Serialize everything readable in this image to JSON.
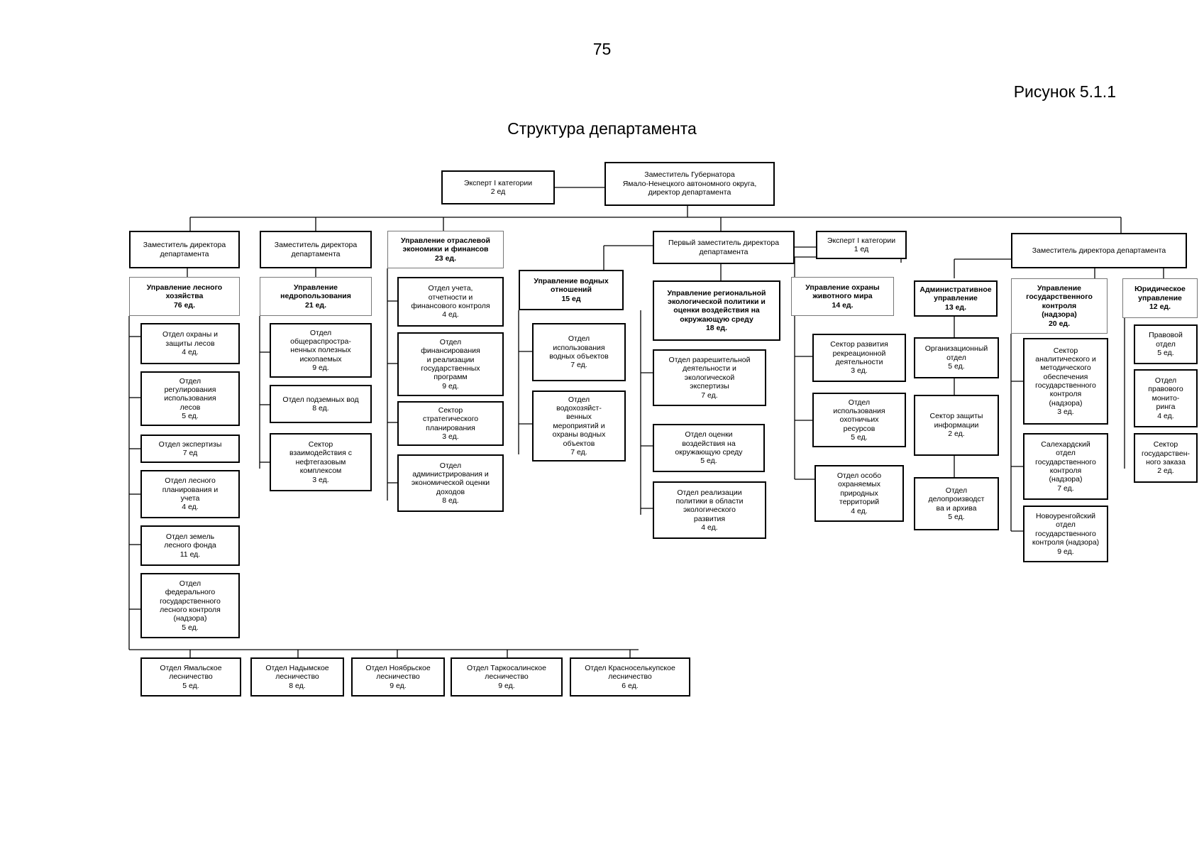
{
  "page": {
    "number": "75",
    "figure_label": "Рисунок 5.1.1",
    "title": "Структура департамента"
  },
  "units": {
    "expert_top": "Эксперт I категории\n2 ед",
    "director": "Заместитель Губернатора\nЯмало-Ненецкого автономного округа,\nдиректор департамента",
    "deputy_1": "Заместитель директора\nдепартамента",
    "deputy_2": "Заместитель директора\nдепартамента",
    "econ_mgmt": "Управление отраслевой\nэкономики и финансов\n23 ед.",
    "first_deputy": "Первый заместитель директора\nдепартамента",
    "expert_mid": "Эксперт I категории\n1 ед",
    "deputy_3": "Заместитель директора департамента",
    "forest_mgmt": "Управление лесного\nхозяйства\n76 ед.",
    "forest_protect": "Отдел охраны и\nзащиты лесов\n4 ед.",
    "forest_regulation": "Отдел\nрегулирования\nиспользования\nлесов\n5 ед.",
    "forest_expertise": "Отдел экспертизы\n7 ед",
    "forest_planning": "Отдел лесного\nпланирования и\nучета\n4 ед.",
    "forest_lands": "Отдел земель\nлесного фонда\n11 ед.",
    "forest_federal": "Отдел\nфедерального\nгосударственного\nлесного контроля\n(надзора)\n5 ед.",
    "subsoil_mgmt": "Управление\nнедропользования\n21 ед.",
    "subsoil_minerals": "Отдел\nобщераспростра-\nненных полезных\nископаемых\n9 ед.",
    "subsoil_water": "Отдел подземных вод\n8 ед.",
    "subsoil_oilgas": "Сектор\nвзаимодействия с\nнефтегазовым\nкомплексом\n3 ед.",
    "econ_accounting": "Отдел учета,\nотчетности и\nфинансового контроля\n4 ед.",
    "econ_financing": "Отдел\nфинансирования\nи реализации\nгосударственных\nпрограмм\n9 ед.",
    "econ_strategy": "Сектор\nстратегического\nпланирования\n3 ед.",
    "econ_admin": "Отдел\nадминистрирования и\nэкономической оценки\nдоходов\n8 ед.",
    "water_mgmt": "Управление водных\nотношений\n15 ед",
    "water_use": "Отдел\nиспользования\nводных объектов\n7 ед.",
    "water_measures": "Отдел\nводохозяйст-\nвенных\nмероприятий и\nохраны водных\nобъектов\n7 ед.",
    "eco_mgmt": "Управление региональной\nэкологической политики и\nоценки воздействия на\nокружающую среду\n18 ед.",
    "eco_permit": "Отдел разрешительной\nдеятельности и\nэкологической\nэкспертизы\n7 ед.",
    "eco_impact": "Отдел оценки\nвоздействия на\nокружающую среду\n5 ед.",
    "eco_policy": "Отдел реализации\nполитики в области\nэкологического\nразвития\n4 ед.",
    "wildlife_mgmt": "Управление охраны\nживотного мира\n14 ед.",
    "wildlife_recreation": "Сектор развития\nрекреационной\nдеятельности\n3 ед.",
    "wildlife_hunting": "Отдел\nиспользования\nохотничьих\nресурсов\n5 ед.",
    "wildlife_protected": "Отдел особо\nохраняемых\nприродных\nтерриторий\n4 ед.",
    "admin_mgmt": "Административное\nуправление\n13 ед.",
    "admin_org": "Организационный\nотдел\n5 ед.",
    "admin_infosec": "Сектор защиты\nинформации\n2 ед.",
    "admin_records": "Отдел\nделопроизводст\nва и архива\n5 ед.",
    "control_mgmt": "Управление\nгосударственного\nконтроля\n(надзора)\n20 ед.",
    "control_analytics": "Сектор\nаналитического и\nметодического\nобеспечения\nгосударственного\nконтроля\n(надзора)\n3 ед.",
    "control_salekhard": "Салехардский\nотдел\nгосударственного\nконтроля\n(надзора)\n7 ед.",
    "control_novy_urengoy": "Новоуренгойский\nотдел\nгосударственного\nконтроля (надзора)\n9 ед.",
    "legal_mgmt": "Юридическое\nуправление\n12 ед.",
    "legal_dept": "Правовой\nотдел\n5 ед.",
    "legal_monitoring": "Отдел\nправового\nмонито-\nринга\n4 ед.",
    "legal_procurement": "Сектор\nгосударствен-\nного заказа\n2 ед.",
    "forestry_yamal": "Отдел Ямальское\nлесничество\n5 ед.",
    "forestry_nadym": "Отдел Надымское\nлесничество\n8 ед.",
    "forestry_noyabrsk": "Отдел Ноябрьское\nлесничество\n9 ед.",
    "forestry_tarko": "Отдел Таркосалинское\nлесничество\n9 ед.",
    "forestry_krasnoselkup": "Отдел Красноселькупское\nлесничество\n6 ед."
  }
}
